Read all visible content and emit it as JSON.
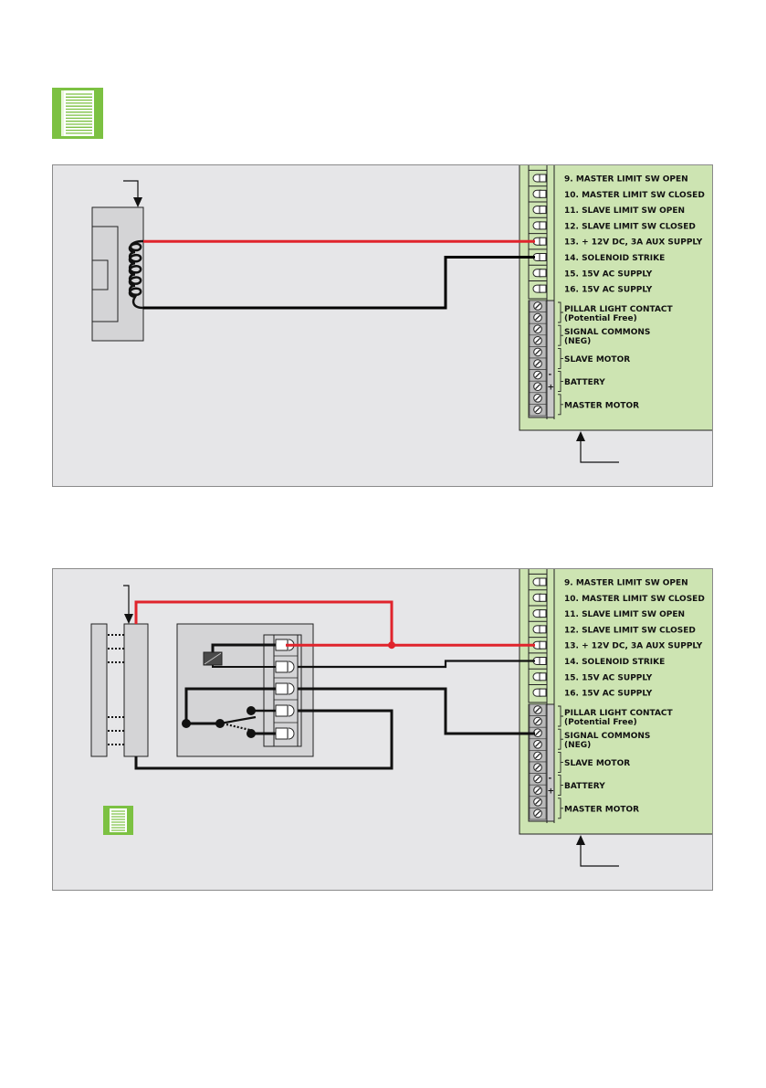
{
  "colors": {
    "panel_bg": "#e6e6e8",
    "board_green": "#cde4b2",
    "wire_positive": "#e0242c",
    "wire_negative": "#000000",
    "note_icon_green": "#7cc142",
    "device_gray": "#d4d4d6"
  },
  "note_icons": [
    {
      "name": "document-icon",
      "position": "top"
    },
    {
      "name": "document-icon",
      "position": "diagram-2"
    }
  ],
  "terminal_block": {
    "numbered_terminals": [
      {
        "label": "9. MASTER LIMIT SW OPEN"
      },
      {
        "label": "10. MASTER LIMIT SW CLOSED"
      },
      {
        "label": "11. SLAVE LIMIT SW OPEN"
      },
      {
        "label": "12. SLAVE LIMIT SW CLOSED"
      },
      {
        "label": "13. + 12V DC, 3A AUX SUPPLY"
      },
      {
        "label": "14. SOLENOID STRIKE"
      },
      {
        "label": "15. 15V AC SUPPLY"
      },
      {
        "label": "16. 15V AC SUPPLY"
      }
    ],
    "screw_groups": [
      {
        "line1": "PILLAR LIGHT CONTACT",
        "line2": "(Potential Free)"
      },
      {
        "line1": "SIGNAL COMMONS",
        "line2": "(NEG)"
      },
      {
        "line1": "SLAVE MOTOR",
        "line2": ""
      },
      {
        "line1": "BATTERY",
        "line2": "",
        "polarity": [
          "-",
          "+"
        ]
      },
      {
        "line1": "MASTER MOTOR",
        "line2": ""
      }
    ]
  },
  "diagrams": [
    {
      "id": "solenoid-strike-wiring",
      "device": "solenoid-strike"
    },
    {
      "id": "maglock-relay-wiring",
      "device": "magnetic-lock-with-relay"
    }
  ]
}
